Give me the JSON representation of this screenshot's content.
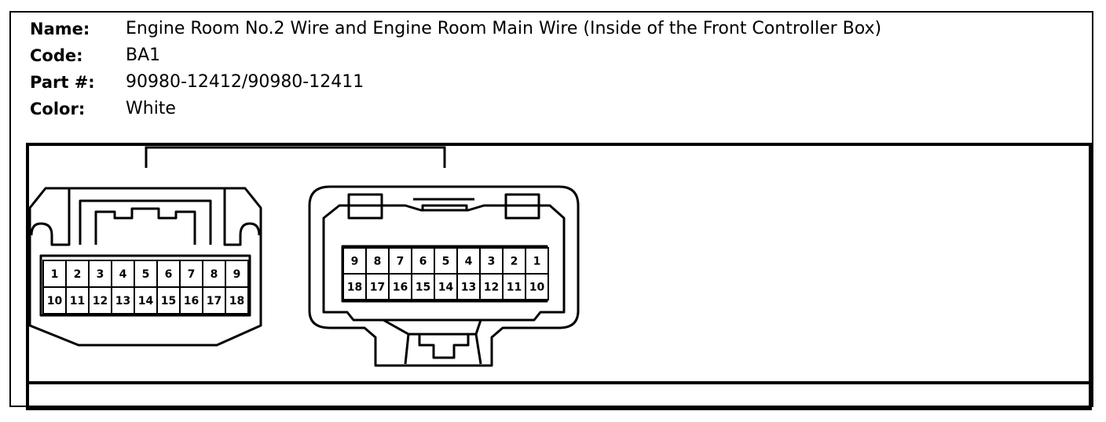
{
  "info": {
    "name_label": "Name:",
    "name_value": "Engine Room No.2 Wire and Engine Room Main Wire (Inside of the Front Controller Box)",
    "code_label": "Code:",
    "code_value": "BA1",
    "part_label": "Part #:",
    "part_value": "90980-12412/90980-12411",
    "color_label": "Color:",
    "color_value": "White"
  },
  "connectors": {
    "left": {
      "row1": [
        "1",
        "2",
        "3",
        "4",
        "5",
        "6",
        "7",
        "8",
        "9"
      ],
      "row2": [
        "10",
        "11",
        "12",
        "13",
        "14",
        "15",
        "16",
        "17",
        "18"
      ]
    },
    "right": {
      "row1": [
        "9",
        "8",
        "7",
        "6",
        "5",
        "4",
        "3",
        "2",
        "1"
      ],
      "row2": [
        "18",
        "17",
        "16",
        "15",
        "14",
        "13",
        "12",
        "11",
        "10"
      ]
    }
  }
}
